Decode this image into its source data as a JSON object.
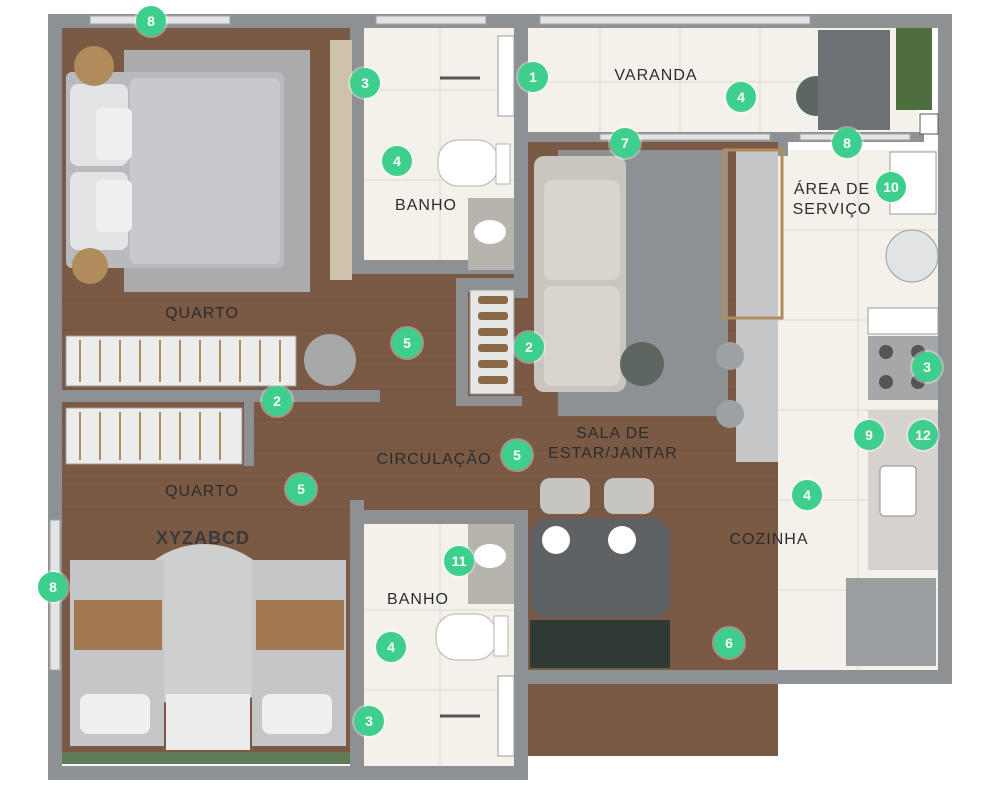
{
  "rooms": {
    "varanda": "VARANDA",
    "banho_top": "BANHO",
    "area_servico": "ÁREA DE\nSERVIÇO",
    "quarto_master": "QUARTO",
    "sala": "SALA  DE\nESTAR/JANTAR",
    "circulacao": "CIRCULAÇÃO",
    "quarto_kids": "QUARTO",
    "cozinha": "COZINHA",
    "banho_bottom": "BANHO"
  },
  "rug_letters": "XYZABCD",
  "markers": {
    "m1": "1",
    "m2a": "2",
    "m2b": "2",
    "m3a": "3",
    "m3b": "3",
    "m3c": "3",
    "m4a": "4",
    "m4b": "4",
    "m4c": "4",
    "m4d": "4",
    "m5a": "5",
    "m5b": "5",
    "m5c": "5",
    "m6": "6",
    "m7": "7",
    "m8a": "8",
    "m8b": "8",
    "m8c": "8",
    "m9": "9",
    "m10": "10",
    "m11": "11",
    "m12": "12"
  },
  "colors": {
    "wall": "#8e9193",
    "wood": "#7a5a44",
    "tile": "#f3f1ea",
    "marker": "#3ecf8e"
  }
}
